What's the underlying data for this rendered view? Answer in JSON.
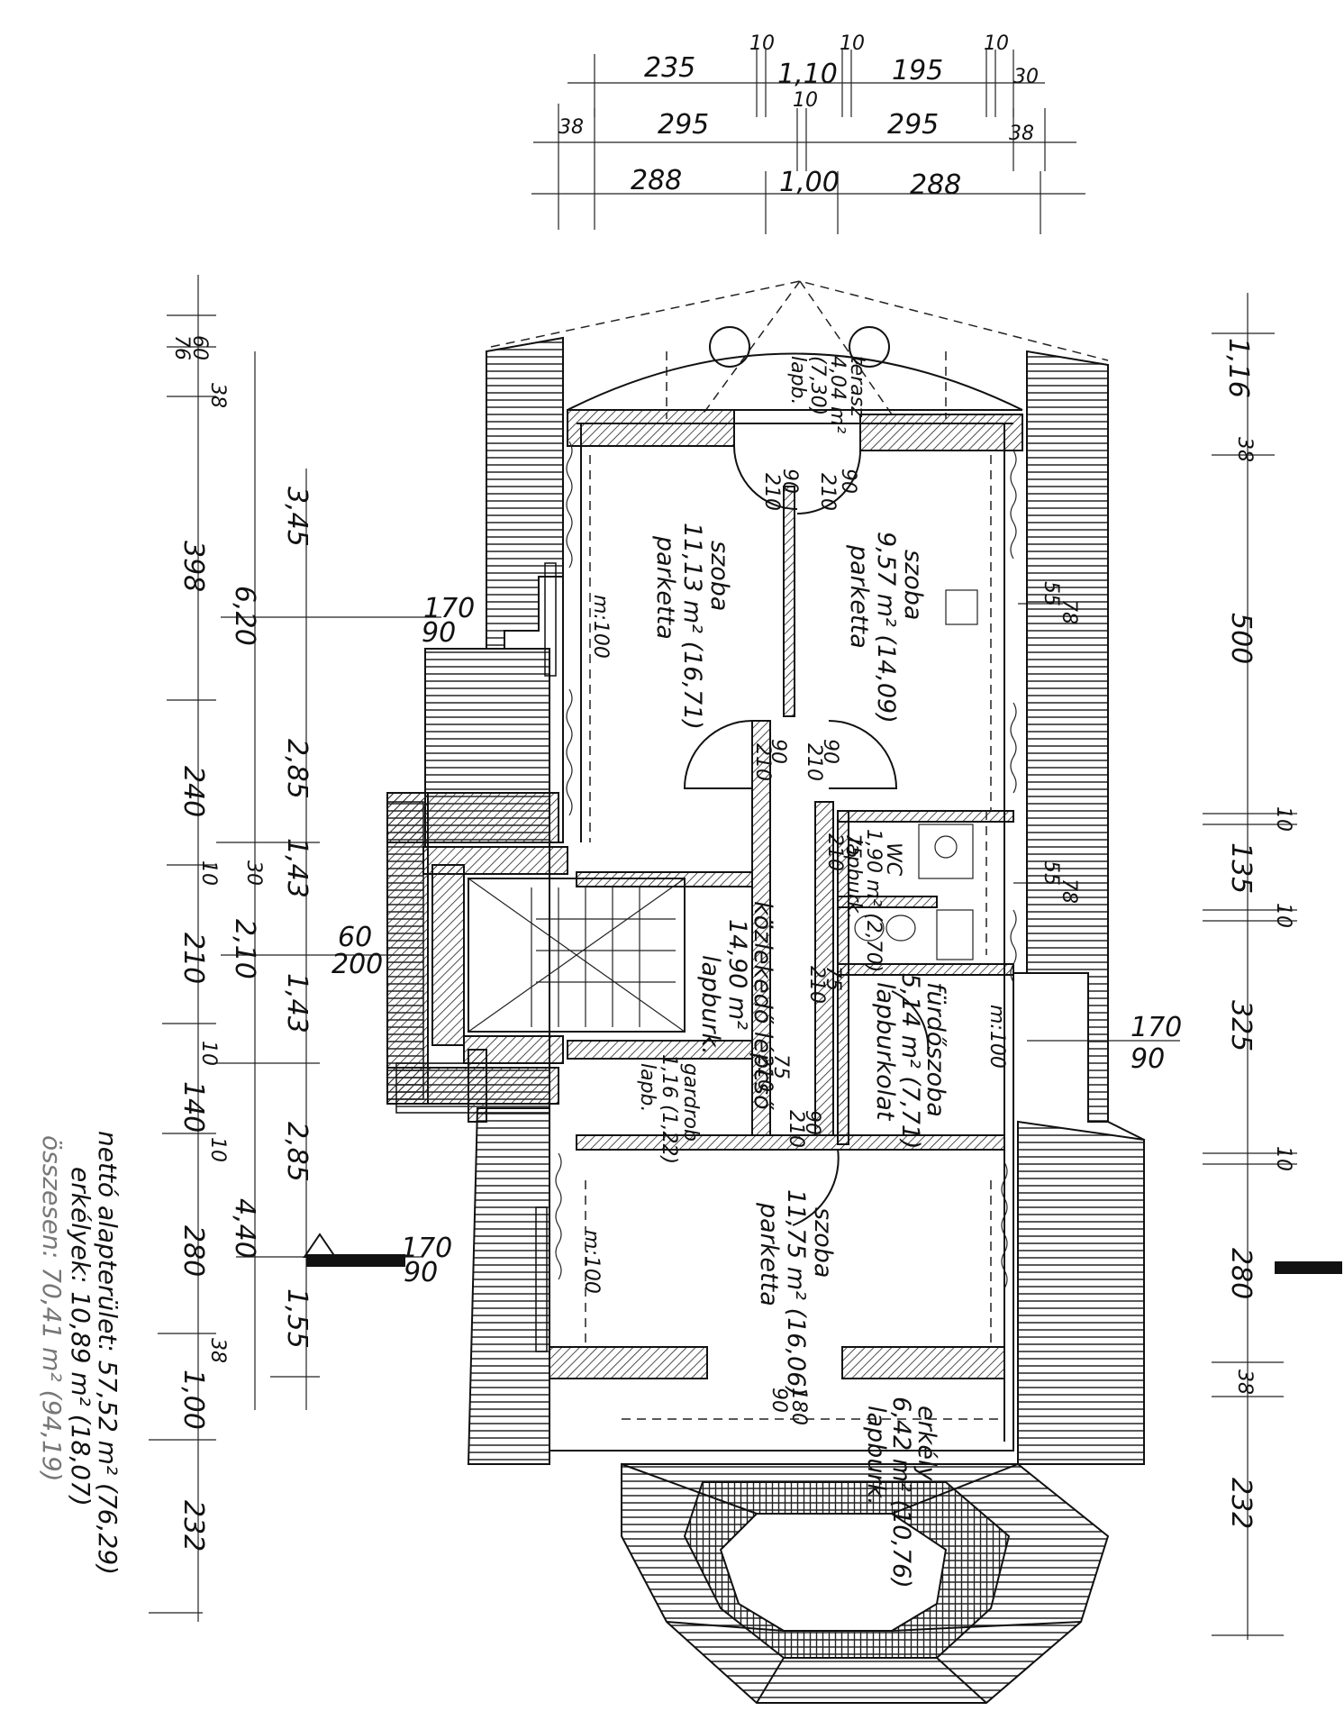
{
  "plan": {
    "dims_top": {
      "row1": [
        "235",
        "10",
        "1,10",
        "10",
        "195",
        "10",
        "30"
      ],
      "row2": [
        "38",
        "295",
        "10",
        "295",
        "38"
      ],
      "row3": [
        "288",
        "1,00",
        "288"
      ]
    },
    "dims_left": {
      "col1": [
        "76",
        "60",
        "38",
        "398",
        "240",
        "10",
        "30",
        "210",
        "10",
        "140",
        "10",
        "280",
        "38",
        "1,00",
        "232"
      ],
      "col2": [
        "6,20",
        "3,45",
        "2,85",
        "1,43",
        "2,10",
        "1,43",
        "2,85",
        "4,40",
        "1,55"
      ]
    },
    "dims_right": [
      "1,16",
      "38",
      "500",
      "10",
      "135",
      "10",
      "325",
      "10",
      "280",
      "38",
      "232"
    ],
    "openings": {
      "w1": [
        "170",
        "90"
      ],
      "w2": [
        "60",
        "200"
      ],
      "w3": [
        "170",
        "90"
      ],
      "w4": [
        "55",
        "78"
      ],
      "w5": [
        "55",
        "78"
      ],
      "w6": [
        "170",
        "90"
      ],
      "d1": [
        "90",
        "210"
      ],
      "d2": [
        "90",
        "210"
      ],
      "d3": [
        "90",
        "210"
      ],
      "d4": [
        "90",
        "210"
      ],
      "d5": [
        "75",
        "210"
      ],
      "d6": [
        "75",
        "210"
      ],
      "d7": [
        "75",
        "210"
      ],
      "d8": [
        "90",
        "210"
      ],
      "d9": [
        "90",
        "180"
      ]
    },
    "mell": [
      "m:100",
      "m:100",
      "m:100",
      "m:100"
    ],
    "rooms": {
      "szoba1": [
        "szoba",
        "11,13 m² (16,71)",
        "parketta"
      ],
      "szoba2": [
        "szoba",
        "9,57 m² (14,09)",
        "parketta"
      ],
      "szoba3": [
        "szoba",
        "11,75 m² (16,06)",
        "parketta"
      ],
      "wc": [
        "WC",
        "1,90 m² (2,70)",
        "lapburk."
      ],
      "furdo": [
        "fürdőszoba",
        "5,14 m² (7,71)",
        "lapburkolat"
      ],
      "kozlekedo": [
        "14,90 m²",
        "közlekedő lépcső",
        "lapburk."
      ],
      "gardrob": [
        "gardrob",
        "1,16 (1,22)",
        "lapb."
      ],
      "erkely": [
        "erkély",
        "6,42 m² (10,76)",
        "lapburk."
      ],
      "terasz": [
        "terasz",
        "4,04 m²",
        "(7,30)",
        "lapb."
      ]
    },
    "summary": [
      "nettó alapterület:  57,52 m² (76,29)",
      "erkélyek:  10,89 m² (18,07)",
      "összesen:  70,41 m² (94,19)"
    ]
  }
}
